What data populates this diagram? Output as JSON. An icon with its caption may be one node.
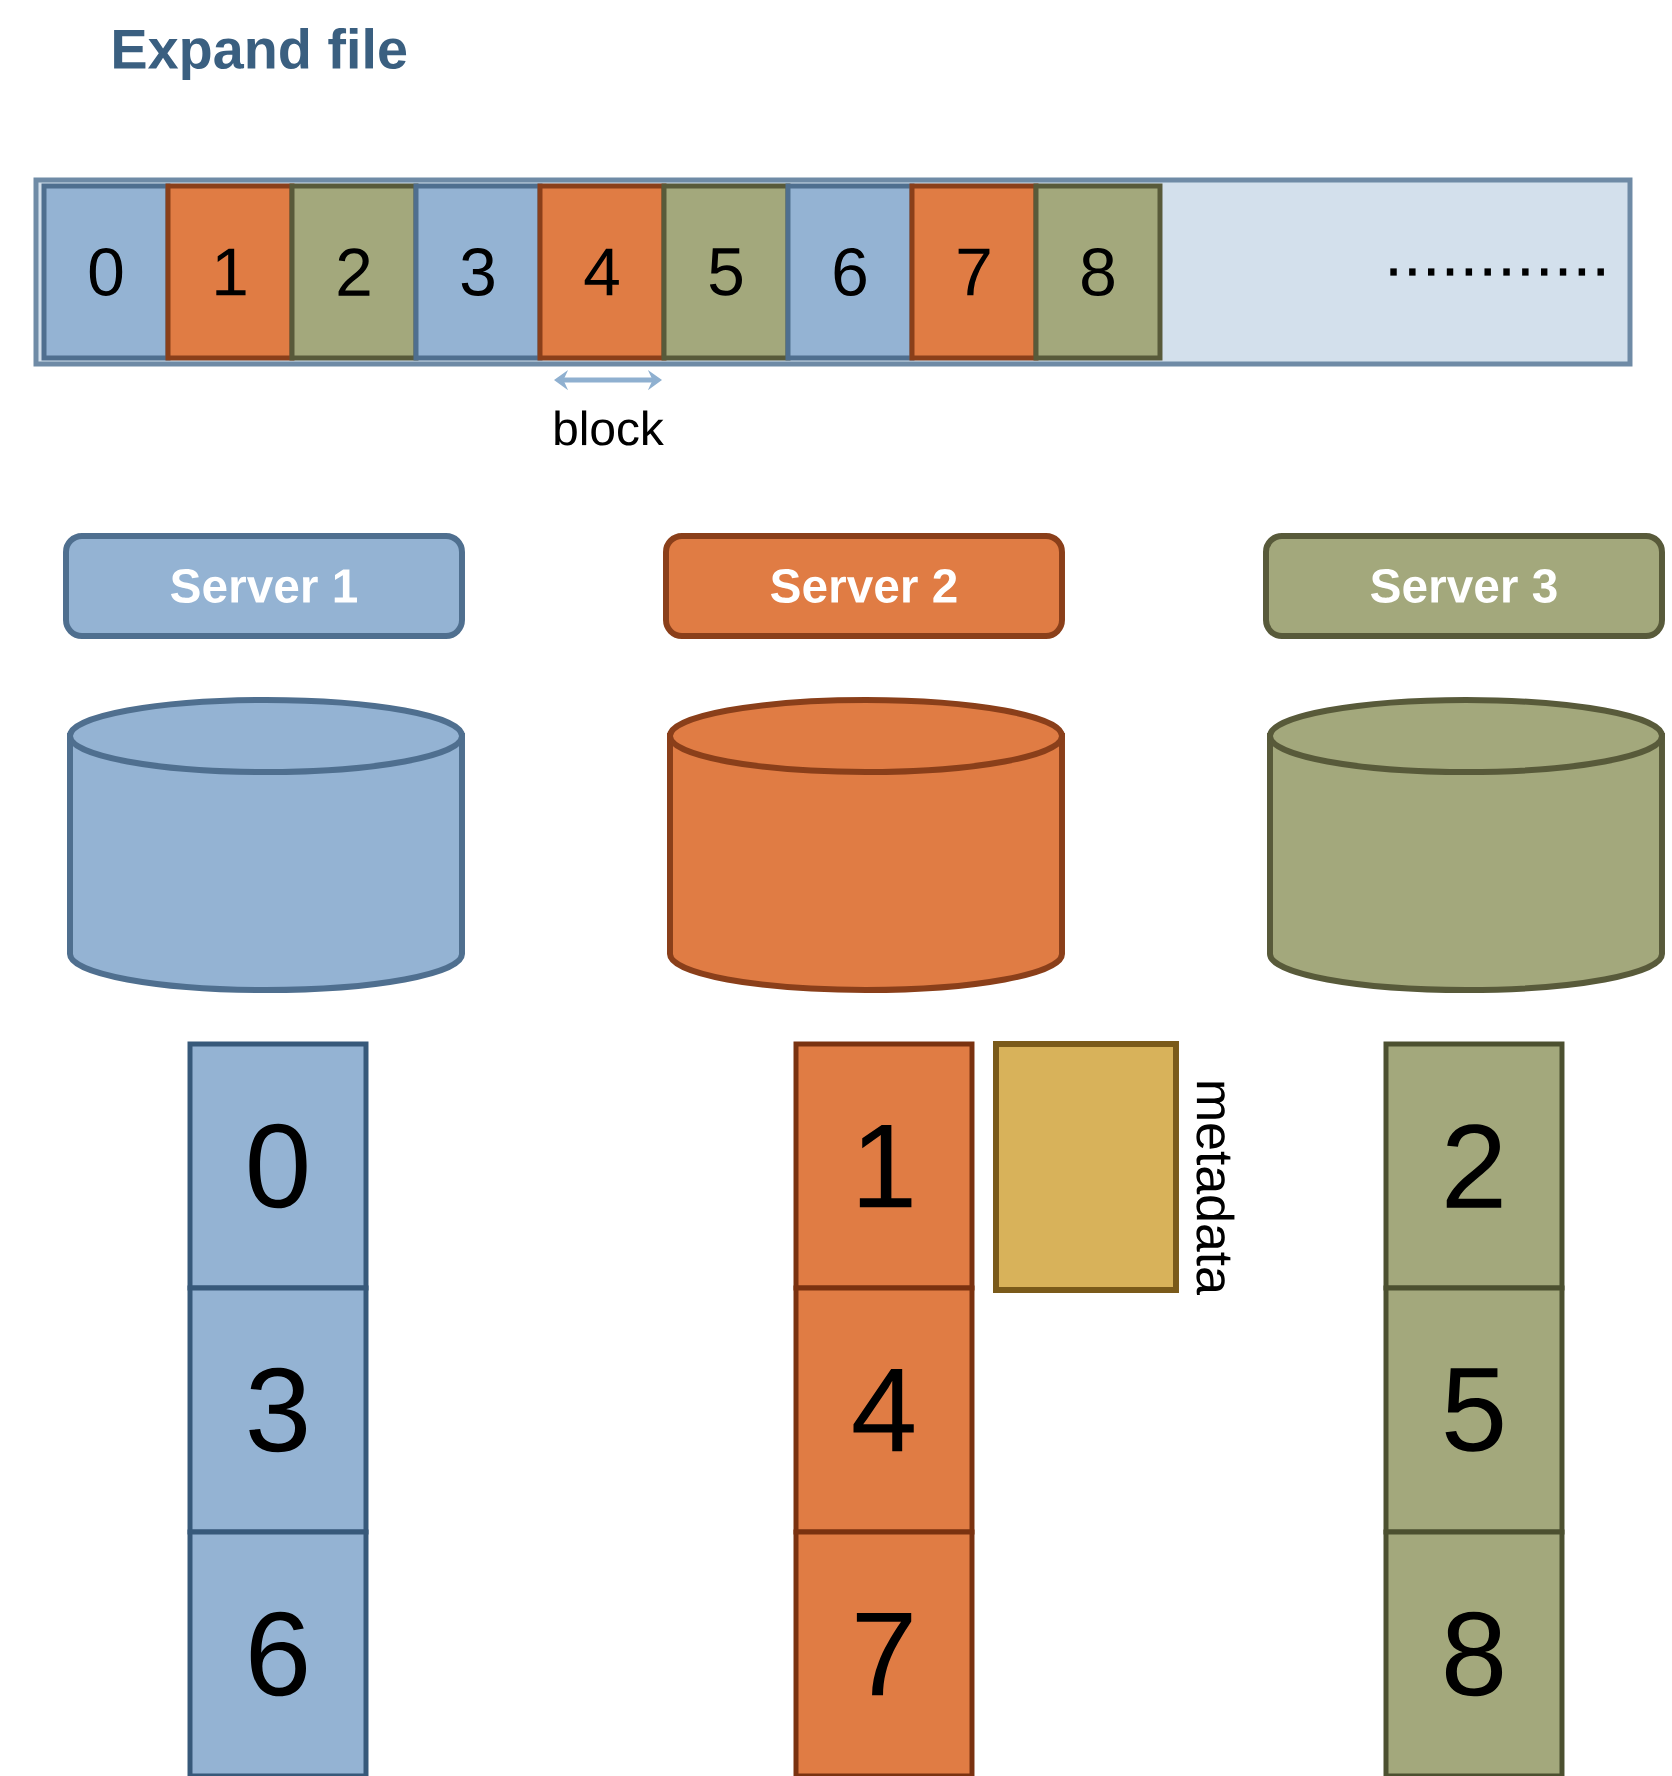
{
  "diagram": {
    "title": "Expand file",
    "nodes": [
      {
        "text": [
          "............"
        ]
      },
      {
        "text": [
          "0"
        ],
        "in": 0
      },
      {
        "text": [
          "1"
        ],
        "in": 0
      },
      {
        "text": [
          "2"
        ],
        "in": 0
      },
      {
        "text": [
          "3"
        ],
        "in": 0
      },
      {
        "text": [
          "4"
        ],
        "in": 0
      },
      {
        "text": [
          "5"
        ],
        "in": 0
      },
      {
        "text": [
          "6"
        ],
        "in": 0
      },
      {
        "text": [
          "7"
        ],
        "in": 0
      },
      {
        "text": [
          "8"
        ],
        "in": 0
      },
      {
        "text": [
          "Server 1"
        ]
      },
      {
        "text": [
          "Server 2"
        ]
      },
      {
        "text": [
          "Server 3"
        ]
      },
      {
        "text": [],
        "shape": "cylinder"
      },
      {
        "text": [],
        "shape": "cylinder"
      },
      {
        "text": [],
        "shape": "cylinder"
      },
      {
        "text": [
          "0"
        ]
      },
      {
        "text": [
          "3"
        ]
      },
      {
        "text": [
          "6"
        ]
      },
      {
        "text": [
          "1"
        ]
      },
      {
        "text": [
          "4"
        ]
      },
      {
        "text": [
          "7"
        ]
      },
      {
        "text": [],
        "shape": "box",
        "beside": [
          "metadata"
        ]
      },
      {
        "text": [
          "2"
        ]
      },
      {
        "text": [
          "5"
        ]
      },
      {
        "text": [
          "8"
        ]
      }
    ],
    "labels": [
      "block"
    ]
  }
}
